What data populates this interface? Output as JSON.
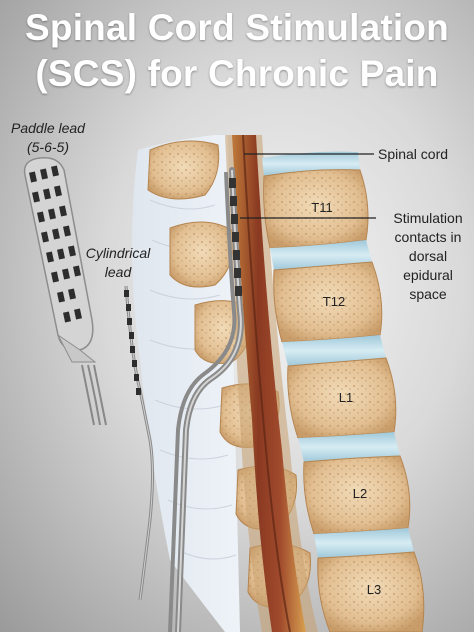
{
  "title": {
    "line1": "Spinal Cord Stimulation",
    "line2": "(SCS) for Chronic Pain"
  },
  "labels": {
    "paddle_lead": "Paddle lead",
    "paddle_config": "(5-6-5)",
    "cylindrical_line1": "Cylindrical",
    "cylindrical_line2": "lead",
    "spinal_cord": "Spinal cord",
    "contacts_line1": "Stimulation",
    "contacts_line2": "contacts in",
    "contacts_line3": "dorsal",
    "contacts_line4": "epidural",
    "contacts_line5": "space"
  },
  "vertebrae": [
    "T11",
    "T12",
    "L1",
    "L2",
    "L3"
  ],
  "colors": {
    "bone": "#e8c9a0",
    "disc": "#bfdde8",
    "cord": "#9a4a2a",
    "lead": "#9c9c9c",
    "title": "#ffffff"
  }
}
